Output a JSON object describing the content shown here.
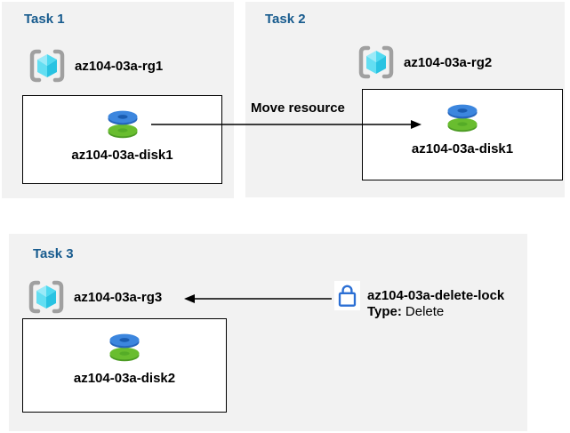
{
  "tasks": [
    {
      "title": "Task 1",
      "rg": "az104-03a-rg1",
      "resource": "az104-03a-disk1"
    },
    {
      "title": "Task 2",
      "rg": "az104-03a-rg2",
      "resource": "az104-03a-disk1"
    },
    {
      "title": "Task 3",
      "rg": "az104-03a-rg3",
      "resource": "az104-03a-disk2"
    }
  ],
  "move_arrow": {
    "label": "Move resource"
  },
  "lock": {
    "name": "az104-03a-delete-lock",
    "type_label": "Type:",
    "type_value": "Delete"
  },
  "icons": {
    "resource_group": "resource-group-icon",
    "disk": "disk-icon",
    "lock": "lock-icon"
  },
  "colors": {
    "panel_bg": "#F2F2F2",
    "title_blue": "#175B8E",
    "arrow_black": "#000000",
    "disk_blue_top": "#3C86DE",
    "disk_blue_side": "#2565BD",
    "disk_green_top": "#69BD2F",
    "disk_green_side": "#4C9B24",
    "cube_cyan_light": "#9AEAF8",
    "cube_cyan_dark": "#29C3E2",
    "bracket_gray": "#A0A0A0",
    "lock_blue": "#2B6FD4"
  }
}
